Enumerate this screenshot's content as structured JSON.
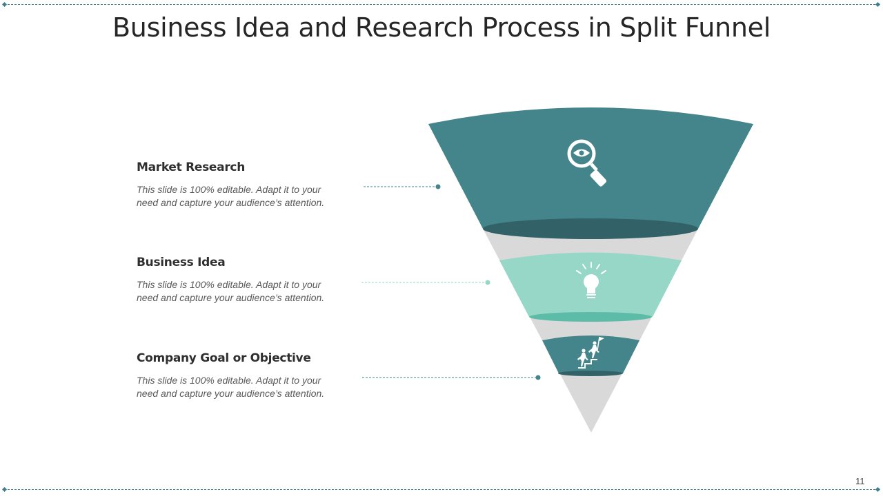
{
  "slide": {
    "title": "Business Idea and Research Process in Split Funnel",
    "page_number": "11"
  },
  "items": [
    {
      "title": "Market Research",
      "line1": "This slide is 100% editable.  Adapt it to your",
      "line2": "need and capture your audience’s  attention.",
      "icon": "magnifier-eye-icon",
      "color": "#43858b"
    },
    {
      "title": "Business Idea",
      "line1": "This slide is 100% editable.  Adapt it to your",
      "line2": "need and capture your audience’s  attention.",
      "icon": "lightbulb-icon",
      "color": "#96d7c8"
    },
    {
      "title": "Company Goal or Objective",
      "line1": "This slide is 100% editable.  Adapt it to your",
      "line2": "need and capture your audience’s  attention.",
      "icon": "people-climbing-stairs-flag-icon",
      "color": "#43858b"
    }
  ],
  "colors": {
    "teal_dark": "#43858b",
    "teal_shadow": "#326267",
    "mint": "#96d7c8",
    "mint_shadow": "#5cbca7",
    "funnel_gray": "#d9d9d9",
    "border": "#3f7f86"
  }
}
